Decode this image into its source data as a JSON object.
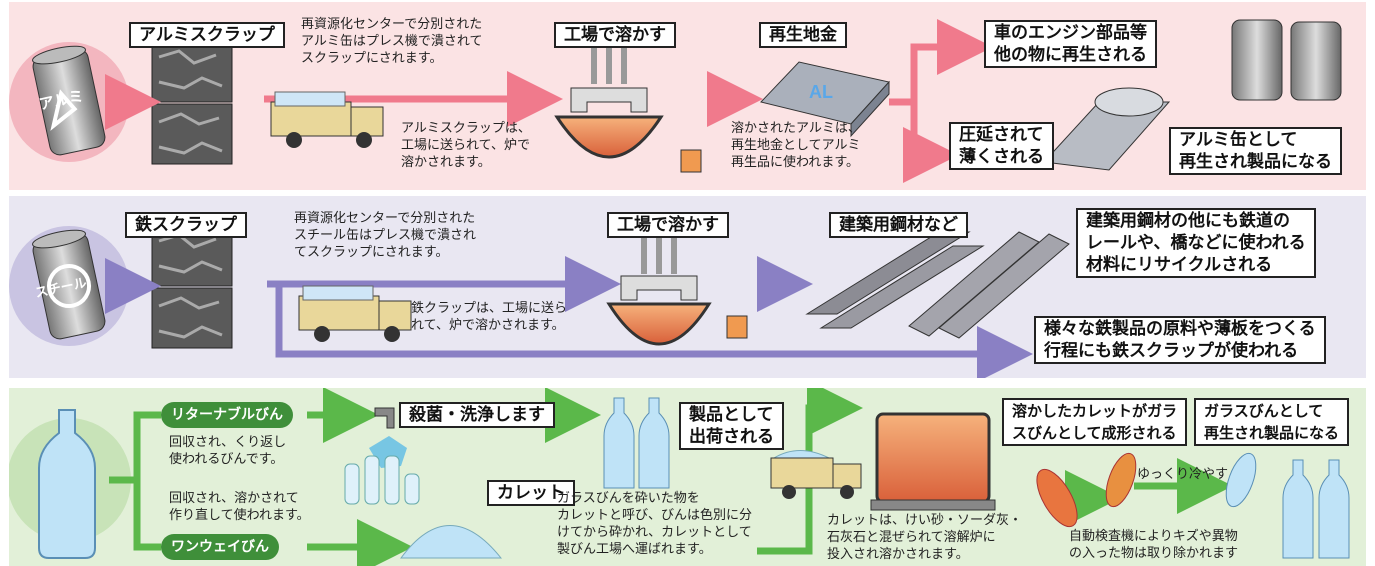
{
  "colors": {
    "aluminum_bg": "#fbe3e4",
    "aluminum_arrow": "#f07a8c",
    "steel_bg": "#e9e7f2",
    "steel_arrow": "#8a80c4",
    "glass_bg": "#e2f0d8",
    "glass_arrow": "#5bb84a"
  },
  "aluminum": {
    "can_text": "アルミ",
    "scrap_label": "アルミスクラップ",
    "sorting_text": [
      "再資源化センターで分別された",
      "アルミ缶はプレス機で潰されて",
      "スクラップにされます。"
    ],
    "factory_text": [
      "アルミスクラップは、",
      "工場に送られて、炉で",
      "溶かされます。"
    ],
    "melt_label": "工場で溶かす",
    "ingot_label": "再生地金",
    "ingot_mark": "AL",
    "ingot_text": [
      "溶かされたアルミは、",
      "再生地金としてアルミ",
      "再生品に使われます。"
    ],
    "engine_label": [
      "車のエンジン部品等",
      "他の物に再生される"
    ],
    "rolled_label": [
      "圧延されて",
      "薄くされる"
    ],
    "can_product_label": [
      "アルミ缶として",
      "再生され製品になる"
    ]
  },
  "steel": {
    "can_text": "スチール",
    "scrap_label": "鉄スクラップ",
    "sorting_text": [
      "再資源化センターで分別された",
      "スチール缶はプレス機で潰され",
      "てスクラップにされます。"
    ],
    "factory_text": [
      "鉄クラップは、工場に送ら",
      "れて、炉で溶かされます。"
    ],
    "melt_label": "工場で溶かす",
    "building_label": "建築用鋼材など",
    "railway_label": [
      "建築用鋼材の他にも鉄道の",
      "レールや、橋などに使われる",
      "材料にリサイクルされる"
    ],
    "products_label": [
      "様々な鉄製品の原料や薄板をつくる",
      "行程にも鉄スクラップが使われる"
    ]
  },
  "glass": {
    "returnable_label": "リターナブルびん",
    "returnable_text": [
      "回収され、くり返し",
      "使われるびんです。"
    ],
    "oneway_text": [
      "回収され、溶かされて",
      "作り直して使われます。"
    ],
    "oneway_label": "ワンウェイびん",
    "sterilize_label": "殺菌・洗浄します",
    "ship_label": [
      "製品として",
      "出荷される"
    ],
    "cullet_label": "カレット",
    "cullet_text": [
      "ガラスびんを砕いた物を",
      "カレットと呼び、びんは色別に分",
      "けてから砕かれ、カレットとして",
      "製びん工場へ運ばれます。"
    ],
    "melt_text": [
      "カレットは、けい砂・ソーダ灰・",
      "石灰石と混ぜられて溶解炉に",
      "投入され溶かされます。"
    ],
    "mold_label": [
      "溶かしたカレットがガラ",
      "スびんとして成形される"
    ],
    "product_label": [
      "ガラスびんとして",
      "再生され製品になる"
    ],
    "cool_text": "ゆっくり冷やす",
    "inspect_text": [
      "自動検査機によりキズや異物",
      "の入った物は取り除かれます"
    ]
  }
}
